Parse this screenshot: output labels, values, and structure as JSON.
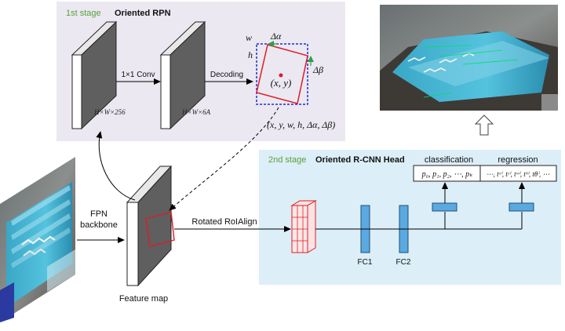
{
  "stage1": {
    "tag": "1st stage",
    "title": "Oriented RPN",
    "conv_label": "1×1 Conv",
    "decoding_label": "Decoding",
    "block1_dims": "H×W×256",
    "block2_dims": "H×W×6A",
    "box_w": "w",
    "box_h": "h",
    "delta_alpha": "Δα",
    "delta_beta": "Δβ",
    "center": "(x, y)",
    "params": "(x, y, w, h, Δα, Δβ)"
  },
  "stage2": {
    "tag": "2nd stage",
    "title": "Oriented R-CNN Head",
    "classification_label": "classification",
    "regression_label": "regression",
    "class_formula": "p₀, p₁, p₂, ⋯, pₖ",
    "reg_formula": "⋯, tˣⁱ, tʸⁱ, tʷⁱ, tʰⁱ, tθⁱ, ⋯",
    "fc1": "FC1",
    "fc2": "FC2"
  },
  "labels": {
    "fpn": "FPN",
    "backbone": "backbone",
    "feature_map": "Feature map",
    "rotated_roialign": "Rotated RoIAlign"
  },
  "colors": {
    "stage1_bg": "#ebe8f1",
    "stage2_bg": "#dceef7",
    "stage_tag": "#5aa03a",
    "fc_fill": "#5aa9e0",
    "box_red": "#e01b24",
    "box_blue": "#1a2fd6",
    "arrow_green": "#2e9e48"
  }
}
